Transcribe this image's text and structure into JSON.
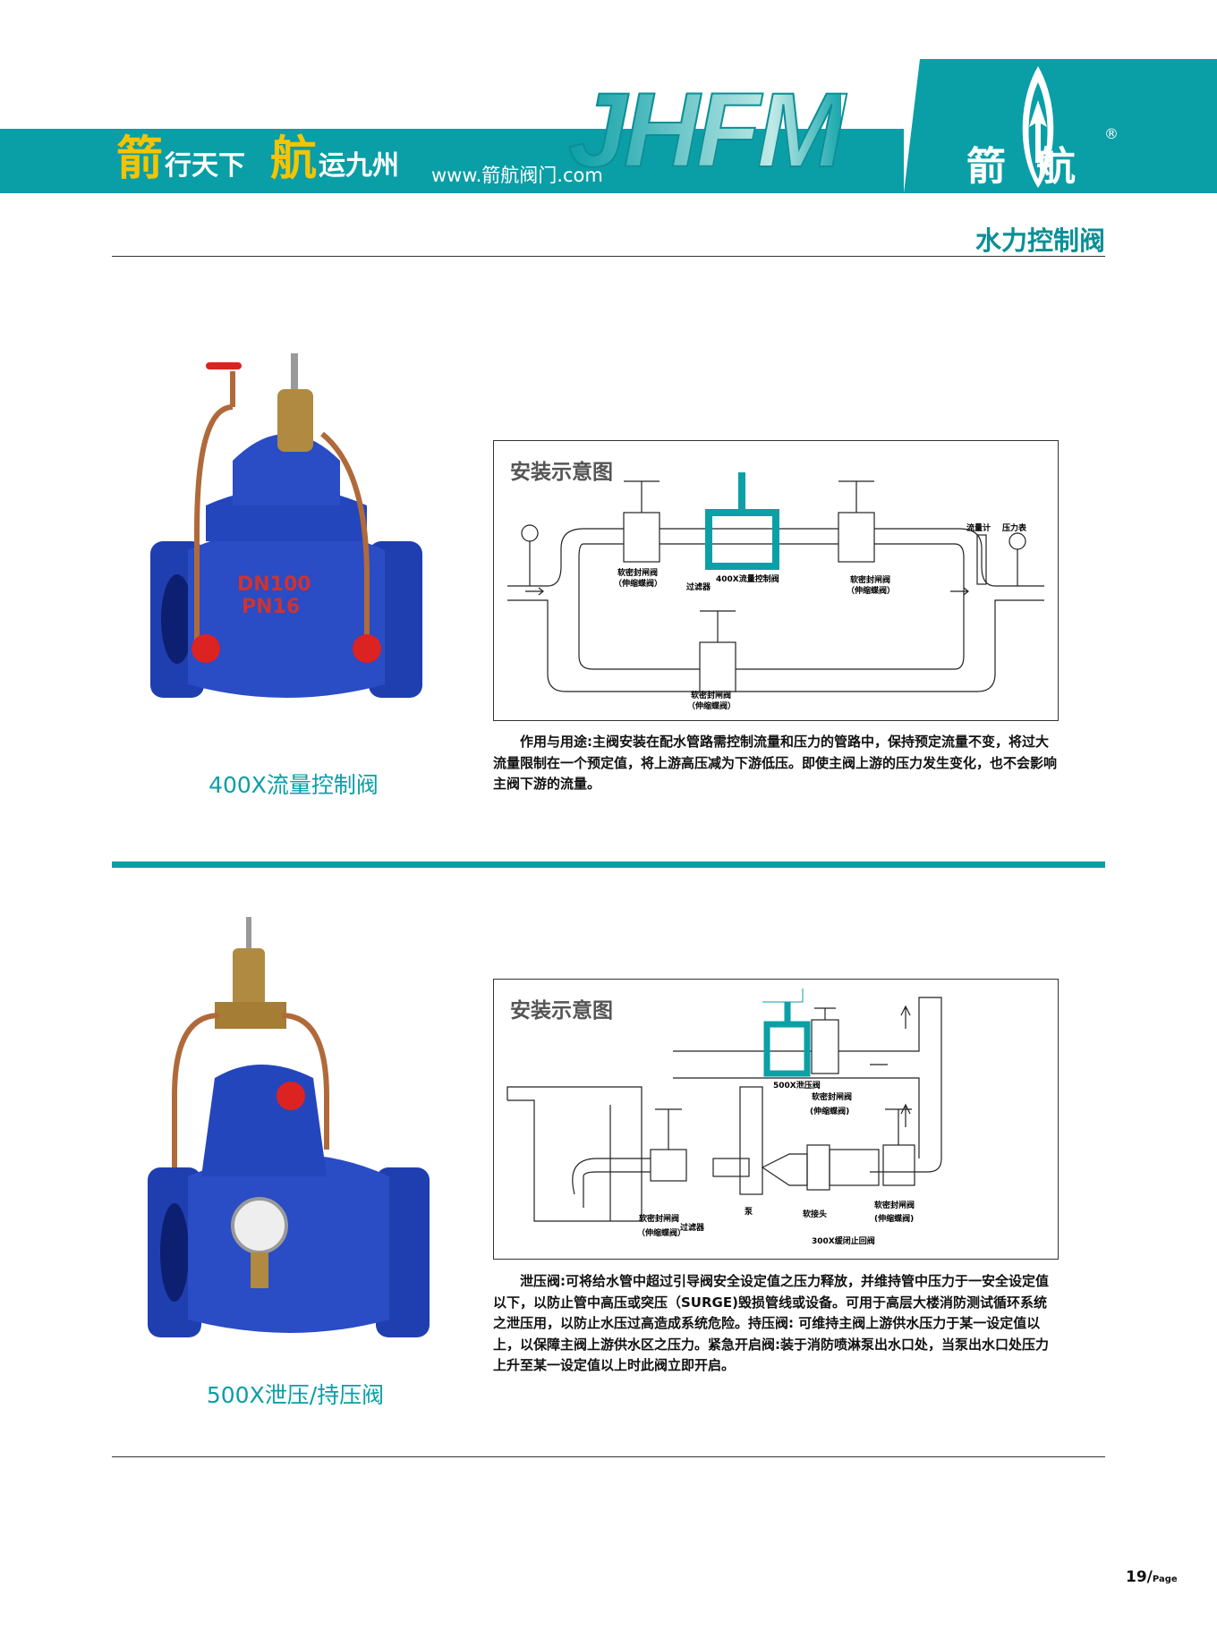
{
  "header": {
    "slogan": [
      {
        "big": "箭",
        "rest": "行天下"
      },
      {
        "big": "航",
        "rest": "运九州"
      }
    ],
    "url": "www.箭航阀门.com",
    "logo_text": "JHFM",
    "brand": "箭航",
    "registered": "®",
    "colors": {
      "teal": "#0a9ea6",
      "yellow": "#f5c400"
    }
  },
  "section_title": "水力控制阀",
  "products": [
    {
      "name": "400X流量控制阀",
      "diagram": {
        "title": "安装示意图",
        "labels": {
          "gate_valve": "软密封闸阀",
          "gate_valve_sub": "（伸缩蝶阀）",
          "strainer": "过滤器",
          "main_valve": "400X流量控制阀",
          "flowmeter": "流量计",
          "pressure_gauge": "压力表"
        }
      },
      "description": "作用与用途:主阀安装在配水管路需控制流量和压力的管路中，保持预定流量不变，将过大流量限制在一个预定值，将上游高压减为下游低压。即使主阀上游的压力发生变化，也不会影响主阀下游的流量。"
    },
    {
      "name": "500X泄压/持压阀",
      "diagram": {
        "title": "安装示意图",
        "labels": {
          "main_valve": "500X泄压阀",
          "gate_valve": "软密封闸阀",
          "gate_valve_sub": "（伸缩蝶阀）",
          "gate_valve_sub2": "(伸缩蝶阀)",
          "strainer": "过滤器",
          "pump": "泵",
          "soft_joint": "软接头",
          "check_valve": "300X缓闭止回阀"
        }
      },
      "description": "泄压阀:可将给水管中超过引导阀安全设定值之压力释放，并维持管中压力于一安全设定值以下，以防止管中高压或突压（SURGE)毁损管线或设备。可用于高层大楼消防测试循环系统之泄压用，以防止水压过高造成系统危险。持压阀: 可维持主阀上游供水压力于某一设定值以上，以保障主阀上游供水区之压力。紧急开启阀:装于消防喷淋泵出水口处，当泵出水口处压力上升至某一设定值以上时此阀立即开启。"
    }
  ],
  "footer": {
    "page": "19",
    "page_suffix": "Page"
  }
}
